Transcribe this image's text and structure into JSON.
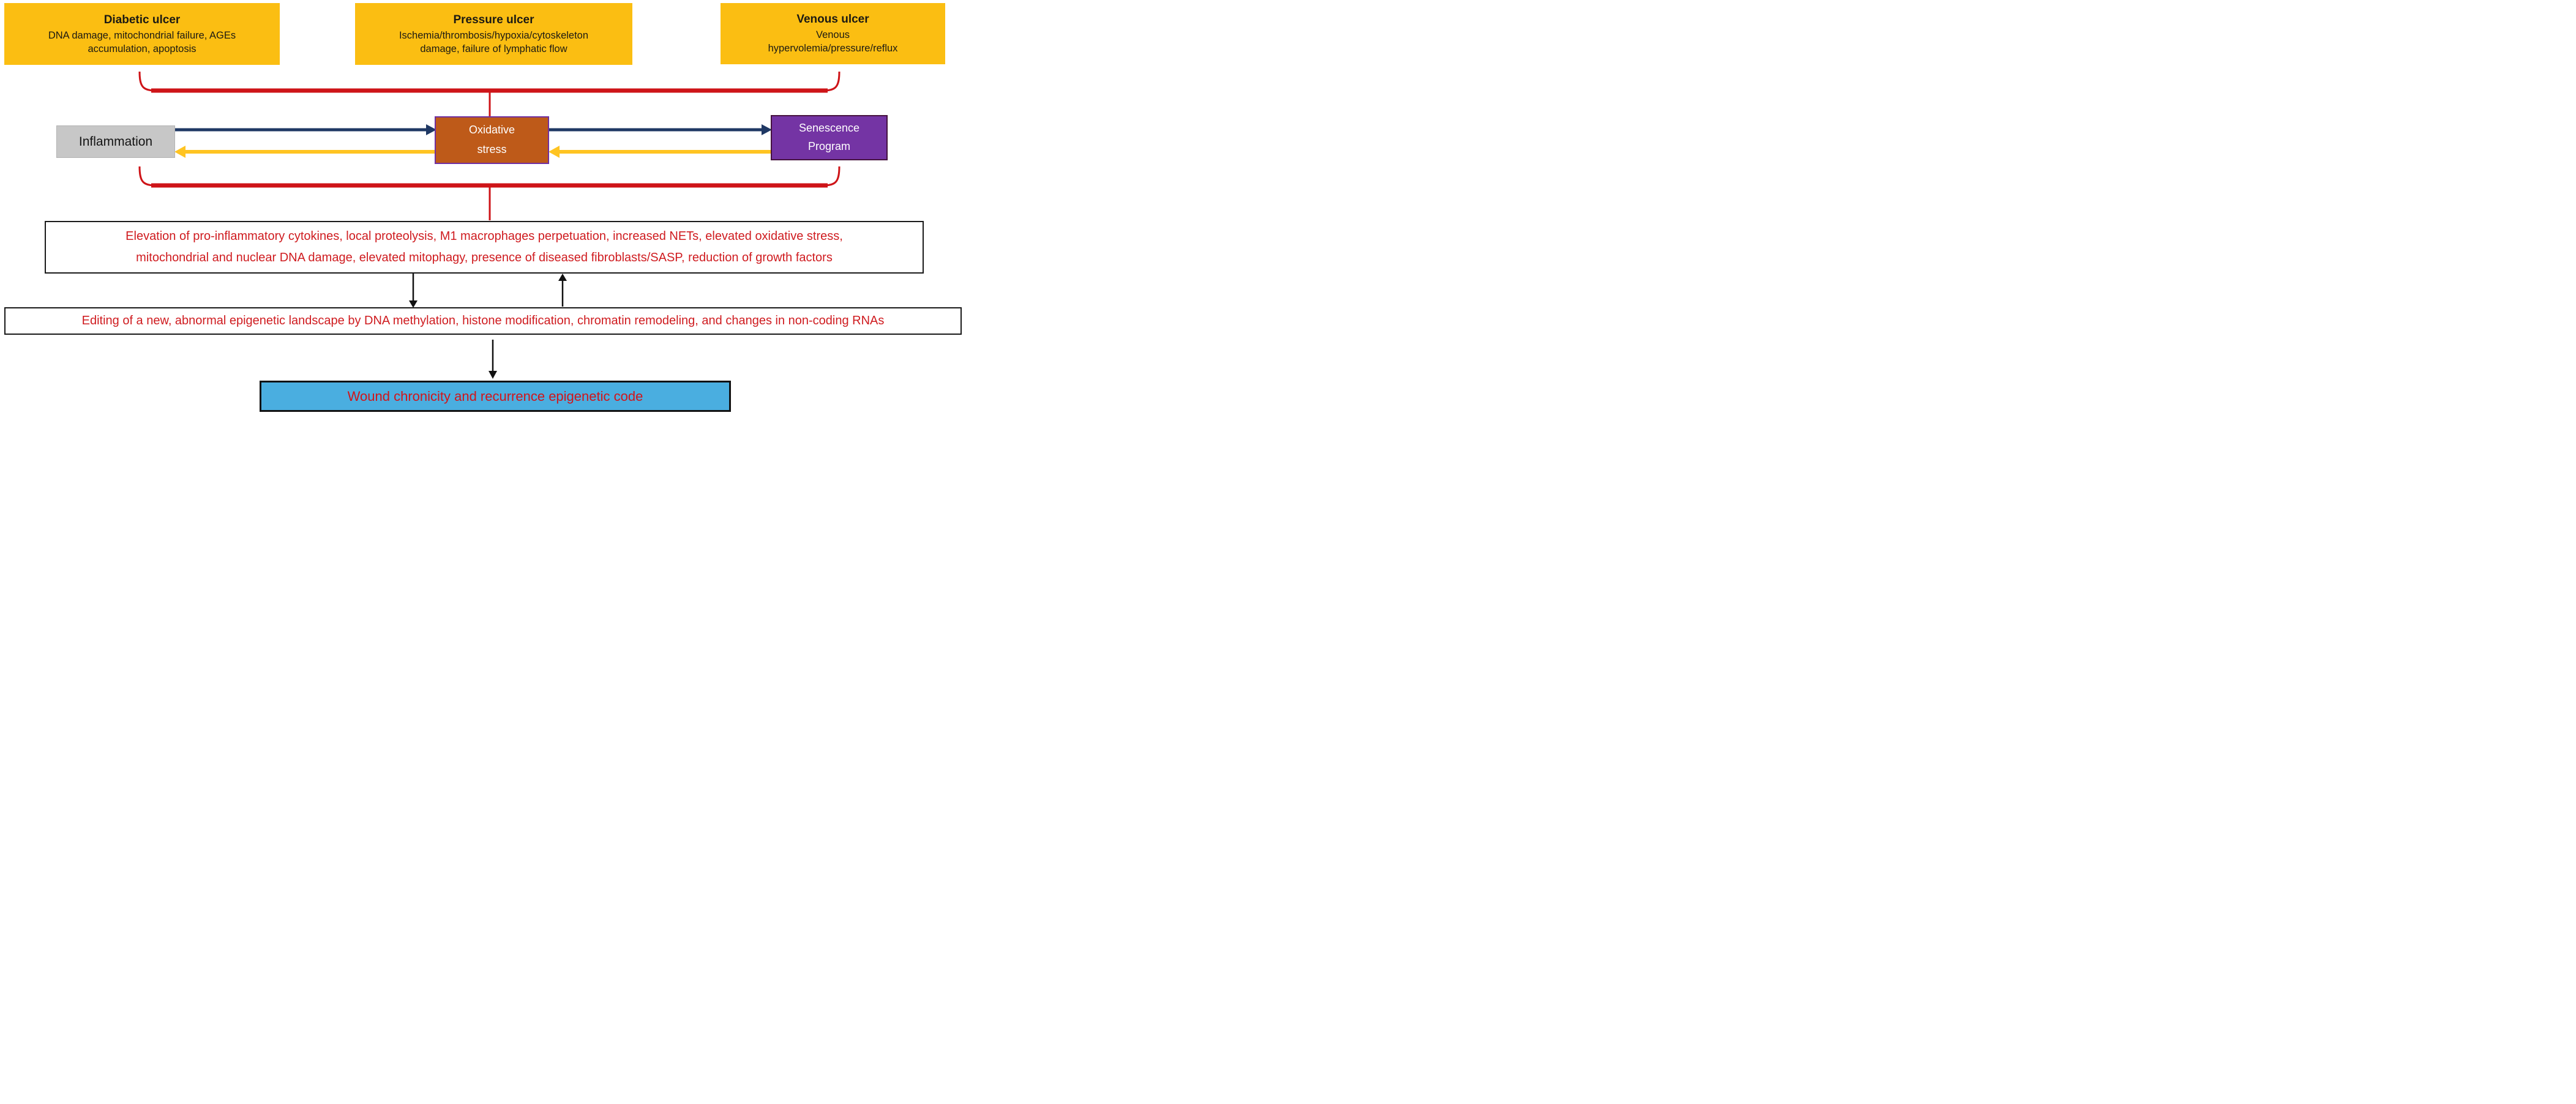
{
  "top_boxes": [
    {
      "title": "Diabetic ulcer",
      "lines": [
        "DNA damage, mitochondrial failure, AGEs",
        "accumulation, apoptosis"
      ]
    },
    {
      "title": "Pressure ulcer",
      "lines": [
        "Ischemia/thrombosis/hypoxia/cytoskeleton",
        "damage, failure of lymphatic flow"
      ]
    },
    {
      "title": "Venous ulcer",
      "lines": [
        "Venous",
        "hypervolemia/pressure/reflux"
      ]
    }
  ],
  "middle": {
    "inflammation": "Inflammation",
    "oxidative": {
      "lines": [
        "Oxidative",
        "stress"
      ]
    },
    "senescence": {
      "lines": [
        "Senescence",
        "Program"
      ]
    }
  },
  "process_box": {
    "lines": [
      "Elevation of pro-inflammatory cytokines, local proteolysis, M1 macrophages perpetuation, increased NETs, elevated oxidative stress,",
      "mitochondrial and nuclear DNA damage, elevated mitophagy, presence of diseased fibroblasts/SASP, reduction of growth factors"
    ]
  },
  "epigenetic_box": {
    "text": "Editing of a new, abnormal epigenetic landscape by DNA methylation, histone modification, chromatin remodeling, and changes in non-coding RNAs"
  },
  "outcome_box": {
    "text": "Wound chronicity and recurrence epigenetic code"
  },
  "colors": {
    "cause_fill": "#FBBE12",
    "gray_fill": "#C7C7C7",
    "orange_fill": "#BE5A19",
    "orange_border": "#7030A0",
    "purple_fill": "#7434A4",
    "navy_arrow": "#1F3864",
    "yellow_arrow": "#FFC422",
    "brace_red": "#CE1418",
    "text_red": "#CF1B1F",
    "outcome_fill": "#4AAEE0"
  }
}
